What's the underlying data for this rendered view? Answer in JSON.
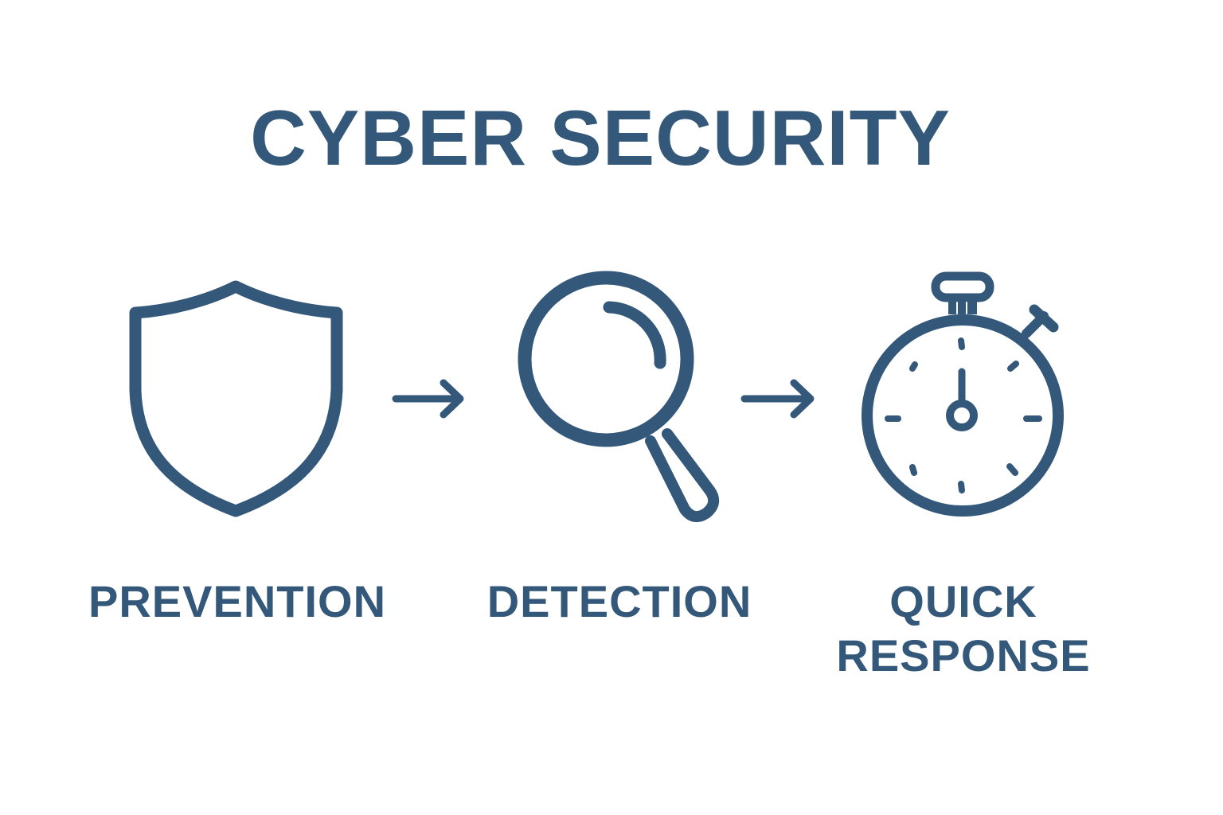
{
  "title": "CYBER SECURITY",
  "colors": {
    "primary": "#34587a",
    "background": "#ffffff"
  },
  "steps": [
    {
      "icon": "shield-icon",
      "label": "PREVENTION"
    },
    {
      "icon": "magnifying-glass-icon",
      "label": "DETECTION"
    },
    {
      "icon": "stopwatch-icon",
      "label_line1": "QUICK",
      "label_line2": "RESPONSE",
      "label": "QUICK RESPONSE"
    }
  ],
  "connectors": [
    {
      "icon": "arrow-right-icon",
      "from": "PREVENTION",
      "to": "DETECTION"
    },
    {
      "icon": "arrow-right-icon",
      "from": "DETECTION",
      "to": "QUICK RESPONSE"
    }
  ]
}
